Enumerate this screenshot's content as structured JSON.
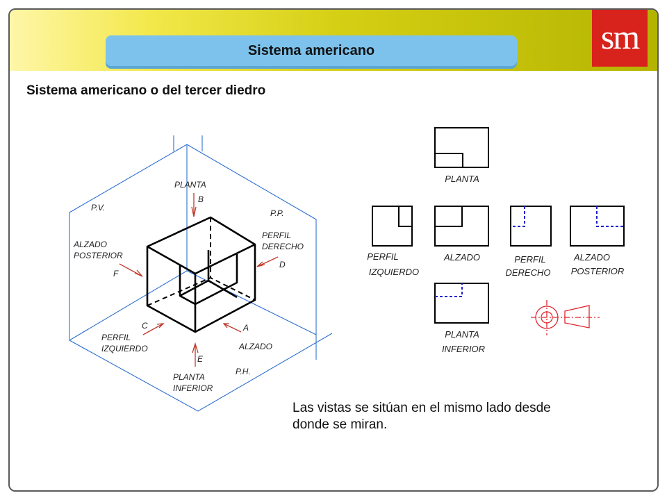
{
  "header": {
    "title": "Sistema americano",
    "logo_text": "sm",
    "band_color": "#d6d015",
    "logo_color": "#d8221c",
    "pill_color": "#7cc2ec"
  },
  "subtitle": "Sistema americano o del tercer diedro",
  "isometric": {
    "plane_labels": {
      "pv": "P.V.",
      "pp": "P.P.",
      "ph": "P.H."
    },
    "view_labels": {
      "planta": "PLANTA",
      "alzado_posterior_1": "ALZADO",
      "alzado_posterior_2": "POSTERIOR",
      "perfil_derecho_1": "PERFIL",
      "perfil_derecho_2": "DERECHO",
      "perfil_izquierdo_1": "PERFIL",
      "perfil_izquierdo_2": "IZQUIERDO",
      "alzado": "ALZADO",
      "planta_inferior_1": "PLANTA",
      "planta_inferior_2": "INFERIOR"
    },
    "letters": {
      "a": "A",
      "b": "B",
      "c": "C",
      "d": "D",
      "e": "E",
      "f": "F"
    }
  },
  "views": {
    "planta": "PLANTA",
    "perfil_izquierdo_1": "PERFIL",
    "perfil_izquierdo_2": "IZQUIERDO",
    "alzado": "ALZADO",
    "perfil_derecho_1": "PERFIL",
    "perfil_derecho_2": "DERECHO",
    "alzado_posterior_1": "ALZADO",
    "alzado_posterior_2": "POSTERIOR",
    "planta_inferior_1": "PLANTA",
    "planta_inferior_2": "INFERIOR"
  },
  "caption": {
    "line1": "Las vistas se sitúan en el mismo lado desde",
    "line2": "donde se miran."
  },
  "colors": {
    "plane_line": "#2e6fd0",
    "hidden_line": "#1f1fcc",
    "symbol": "#e0242a"
  }
}
